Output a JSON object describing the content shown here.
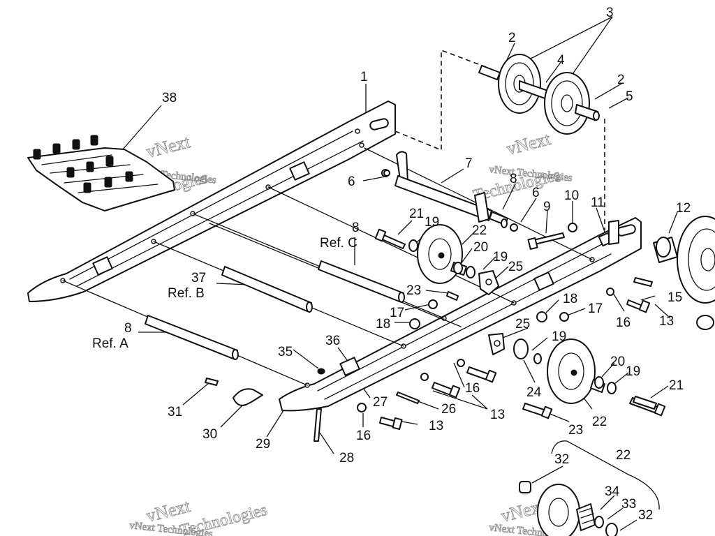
{
  "watermark": {
    "big": "vNext",
    "line": "vNext Technologies",
    "mark": "Technologies"
  },
  "callouts": [
    {
      "id": "c1",
      "text": "1"
    },
    {
      "id": "c2a",
      "text": "2"
    },
    {
      "id": "c2b",
      "text": "2"
    },
    {
      "id": "c3",
      "text": "3"
    },
    {
      "id": "c4",
      "text": "4"
    },
    {
      "id": "c5",
      "text": "5"
    },
    {
      "id": "c6a",
      "text": "6"
    },
    {
      "id": "c6b",
      "text": "6"
    },
    {
      "id": "c7",
      "text": "7"
    },
    {
      "id": "c8top",
      "text": "8"
    },
    {
      "id": "c8c",
      "text": "8"
    },
    {
      "id": "refc",
      "text": "Ref. C"
    },
    {
      "id": "c9",
      "text": "9"
    },
    {
      "id": "c10",
      "text": "10"
    },
    {
      "id": "c11",
      "text": "11"
    },
    {
      "id": "c12",
      "text": "12"
    },
    {
      "id": "c13a",
      "text": "13"
    },
    {
      "id": "c13b",
      "text": "13"
    },
    {
      "id": "c13c",
      "text": "13"
    },
    {
      "id": "c15",
      "text": "15"
    },
    {
      "id": "c16a",
      "text": "16"
    },
    {
      "id": "c16b",
      "text": "16"
    },
    {
      "id": "c16c",
      "text": "16"
    },
    {
      "id": "c17a",
      "text": "17"
    },
    {
      "id": "c17b",
      "text": "17"
    },
    {
      "id": "c18a",
      "text": "18"
    },
    {
      "id": "c18b",
      "text": "18"
    },
    {
      "id": "c19a",
      "text": "19"
    },
    {
      "id": "c19b",
      "text": "19"
    },
    {
      "id": "c19c",
      "text": "19"
    },
    {
      "id": "c19d",
      "text": "19"
    },
    {
      "id": "c20a",
      "text": "20"
    },
    {
      "id": "c20b",
      "text": "20"
    },
    {
      "id": "c21a",
      "text": "21"
    },
    {
      "id": "c21b",
      "text": "21"
    },
    {
      "id": "c22a",
      "text": "22"
    },
    {
      "id": "c22b",
      "text": "22"
    },
    {
      "id": "c22c",
      "text": "22"
    },
    {
      "id": "c23a",
      "text": "23"
    },
    {
      "id": "c23b",
      "text": "23"
    },
    {
      "id": "c24",
      "text": "24"
    },
    {
      "id": "c25a",
      "text": "25"
    },
    {
      "id": "c25b",
      "text": "25"
    },
    {
      "id": "c26",
      "text": "26"
    },
    {
      "id": "c27",
      "text": "27"
    },
    {
      "id": "c28",
      "text": "28"
    },
    {
      "id": "c29",
      "text": "29"
    },
    {
      "id": "c30",
      "text": "30"
    },
    {
      "id": "c31",
      "text": "31"
    },
    {
      "id": "c32a",
      "text": "32"
    },
    {
      "id": "c32b",
      "text": "32"
    },
    {
      "id": "c33",
      "text": "33"
    },
    {
      "id": "c34",
      "text": "34"
    },
    {
      "id": "c35",
      "text": "35"
    },
    {
      "id": "c36",
      "text": "36"
    },
    {
      "id": "c37",
      "text": "37"
    },
    {
      "id": "refb",
      "text": "Ref. B"
    },
    {
      "id": "c38",
      "text": "38"
    },
    {
      "id": "c8a",
      "text": "8"
    },
    {
      "id": "refa",
      "text": "Ref. A"
    }
  ]
}
